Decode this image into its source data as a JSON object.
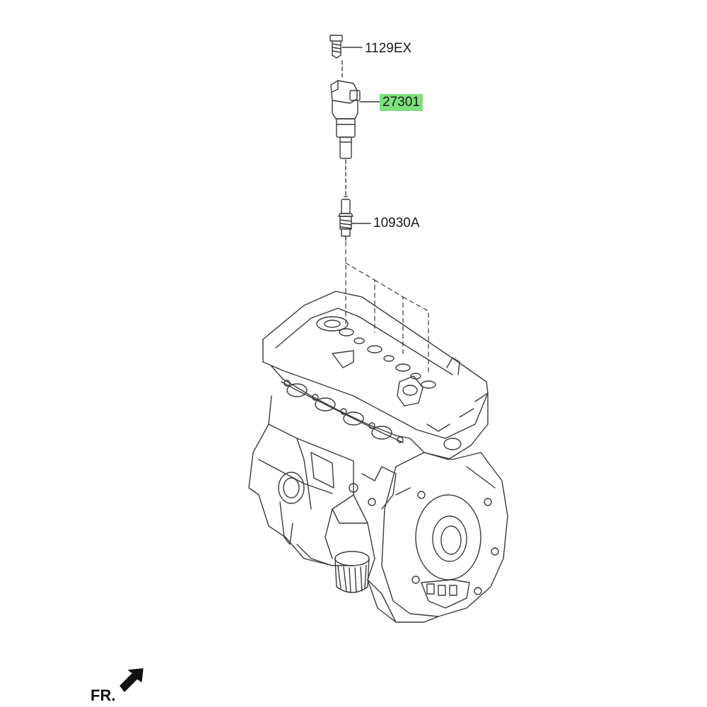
{
  "parts": [
    {
      "id": "1129EX",
      "label": "1129EX",
      "highlighted": false
    },
    {
      "id": "27301",
      "label": "27301",
      "highlighted": true
    },
    {
      "id": "10930A",
      "label": "10930A",
      "highlighted": false
    }
  ],
  "direction_label": "FR.",
  "colors": {
    "line": "#3a3a3a",
    "highlight": "#7ee07e",
    "text": "#1a1a1a"
  }
}
